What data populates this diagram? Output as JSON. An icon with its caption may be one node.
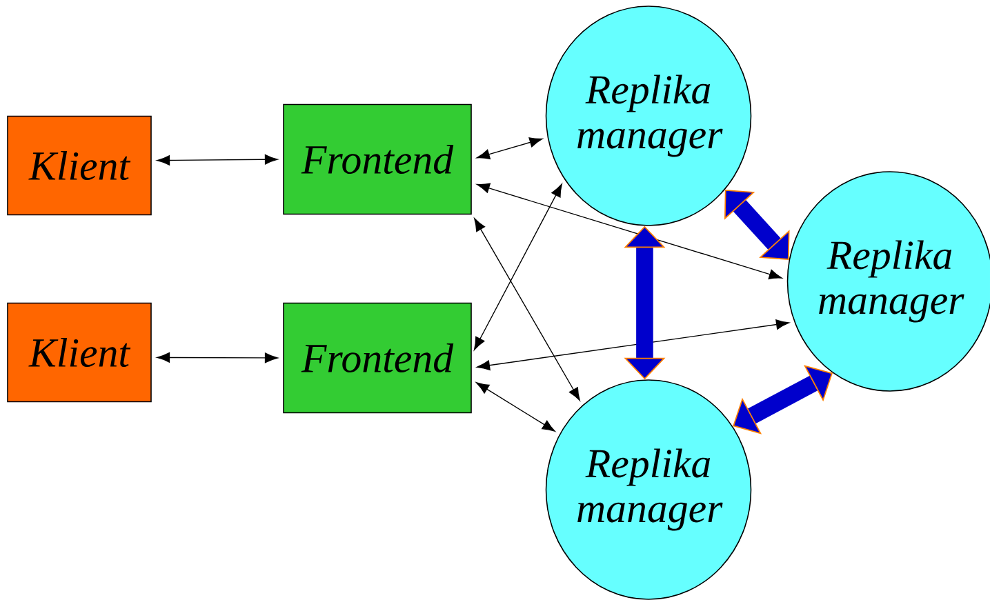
{
  "diagram": {
    "nodes": [
      {
        "text": [
          "Klient"
        ]
      },
      {
        "text": [
          "Klient"
        ]
      },
      {
        "text": [
          "Frontend"
        ]
      },
      {
        "text": [
          "Frontend"
        ]
      },
      {
        "text": [
          "Replika manager"
        ]
      },
      {
        "text": [
          "Replika manager"
        ]
      },
      {
        "text": [
          "Replika manager"
        ]
      }
    ],
    "edges": [
      {
        "from": 0,
        "to": 2,
        "arrow": "both"
      },
      {
        "from": 1,
        "to": 3,
        "arrow": "both"
      },
      {
        "from": 2,
        "to": 4,
        "arrow": "both"
      },
      {
        "from": 2,
        "to": 5,
        "arrow": "both"
      },
      {
        "from": 2,
        "to": 6,
        "arrow": "both"
      },
      {
        "from": 3,
        "to": 4,
        "arrow": "both"
      },
      {
        "from": 3,
        "to": 5,
        "arrow": "both"
      },
      {
        "from": 3,
        "to": 6,
        "arrow": "both"
      },
      {
        "from": 4,
        "to": 5,
        "arrow": "both",
        "style": "thick",
        "color": "#0000cc"
      },
      {
        "from": 4,
        "to": 6,
        "arrow": "both",
        "style": "thick",
        "color": "#0000cc"
      },
      {
        "from": 5,
        "to": 6,
        "arrow": "both",
        "style": "thick",
        "color": "#0000cc"
      }
    ]
  }
}
